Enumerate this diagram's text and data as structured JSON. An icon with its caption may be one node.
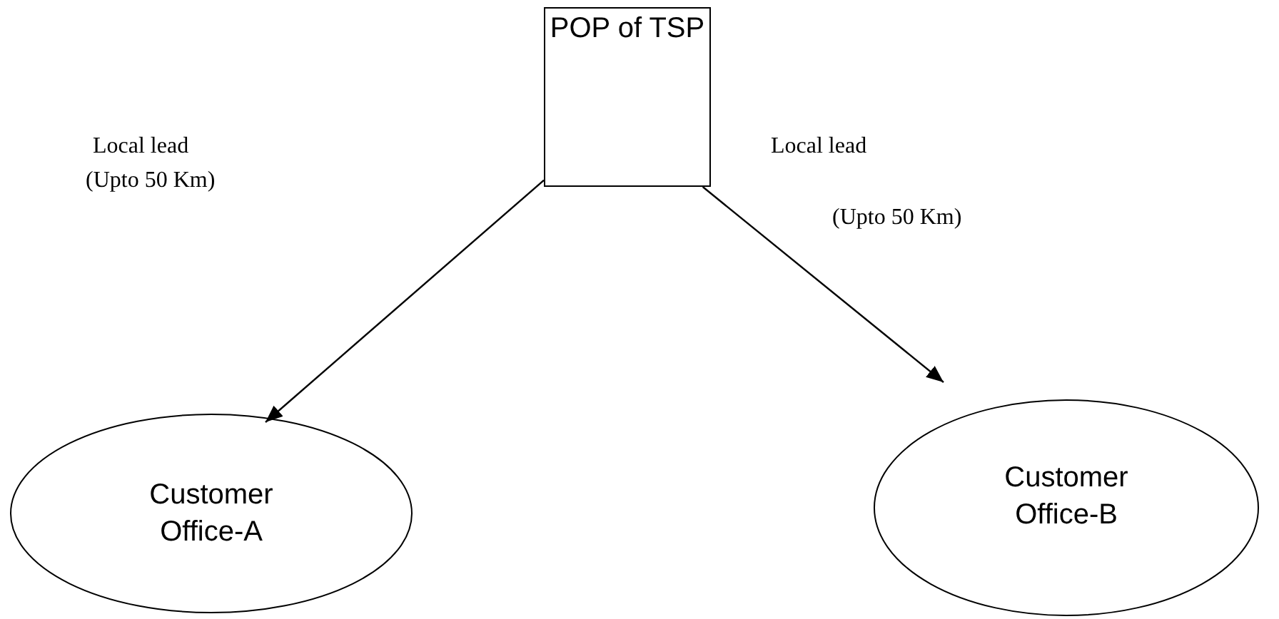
{
  "diagram": {
    "nodes": [
      {
        "text": [
          "POP of TSP"
        ]
      },
      {
        "text": [
          "Customer Office-A"
        ]
      },
      {
        "text": [
          "Customer Office-B"
        ]
      }
    ],
    "edges": [
      {
        "from": 0,
        "to": 1,
        "arrow": "to"
      },
      {
        "from": 0,
        "to": 2,
        "arrow": "to"
      }
    ],
    "labels": [
      "Local lead",
      "(Upto 50 Km)",
      "Local lead",
      "(Upto 50 Km)"
    ]
  }
}
